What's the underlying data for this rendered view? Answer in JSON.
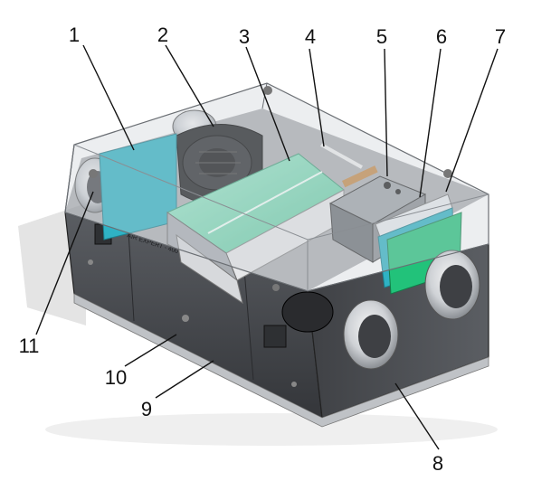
{
  "labels": [
    {
      "id": "1",
      "text": "1"
    },
    {
      "id": "2",
      "text": "2"
    },
    {
      "id": "3",
      "text": "3"
    },
    {
      "id": "4",
      "text": "4"
    },
    {
      "id": "5",
      "text": "5"
    },
    {
      "id": "6",
      "text": "6"
    },
    {
      "id": "7",
      "text": "7"
    },
    {
      "id": "8",
      "text": "8"
    },
    {
      "id": "9",
      "text": "9"
    },
    {
      "id": "10",
      "text": "10"
    },
    {
      "id": "11",
      "text": "11"
    }
  ],
  "embossed_text": "AIR EXPERT - 400",
  "colors": {
    "filter_cyan": "#2fb2c4",
    "exchanger_mint": "#74d8b0",
    "filter_green": "#22c27a",
    "housing_dark": "#4a4c50",
    "lid_glass": "#c9ced4"
  }
}
